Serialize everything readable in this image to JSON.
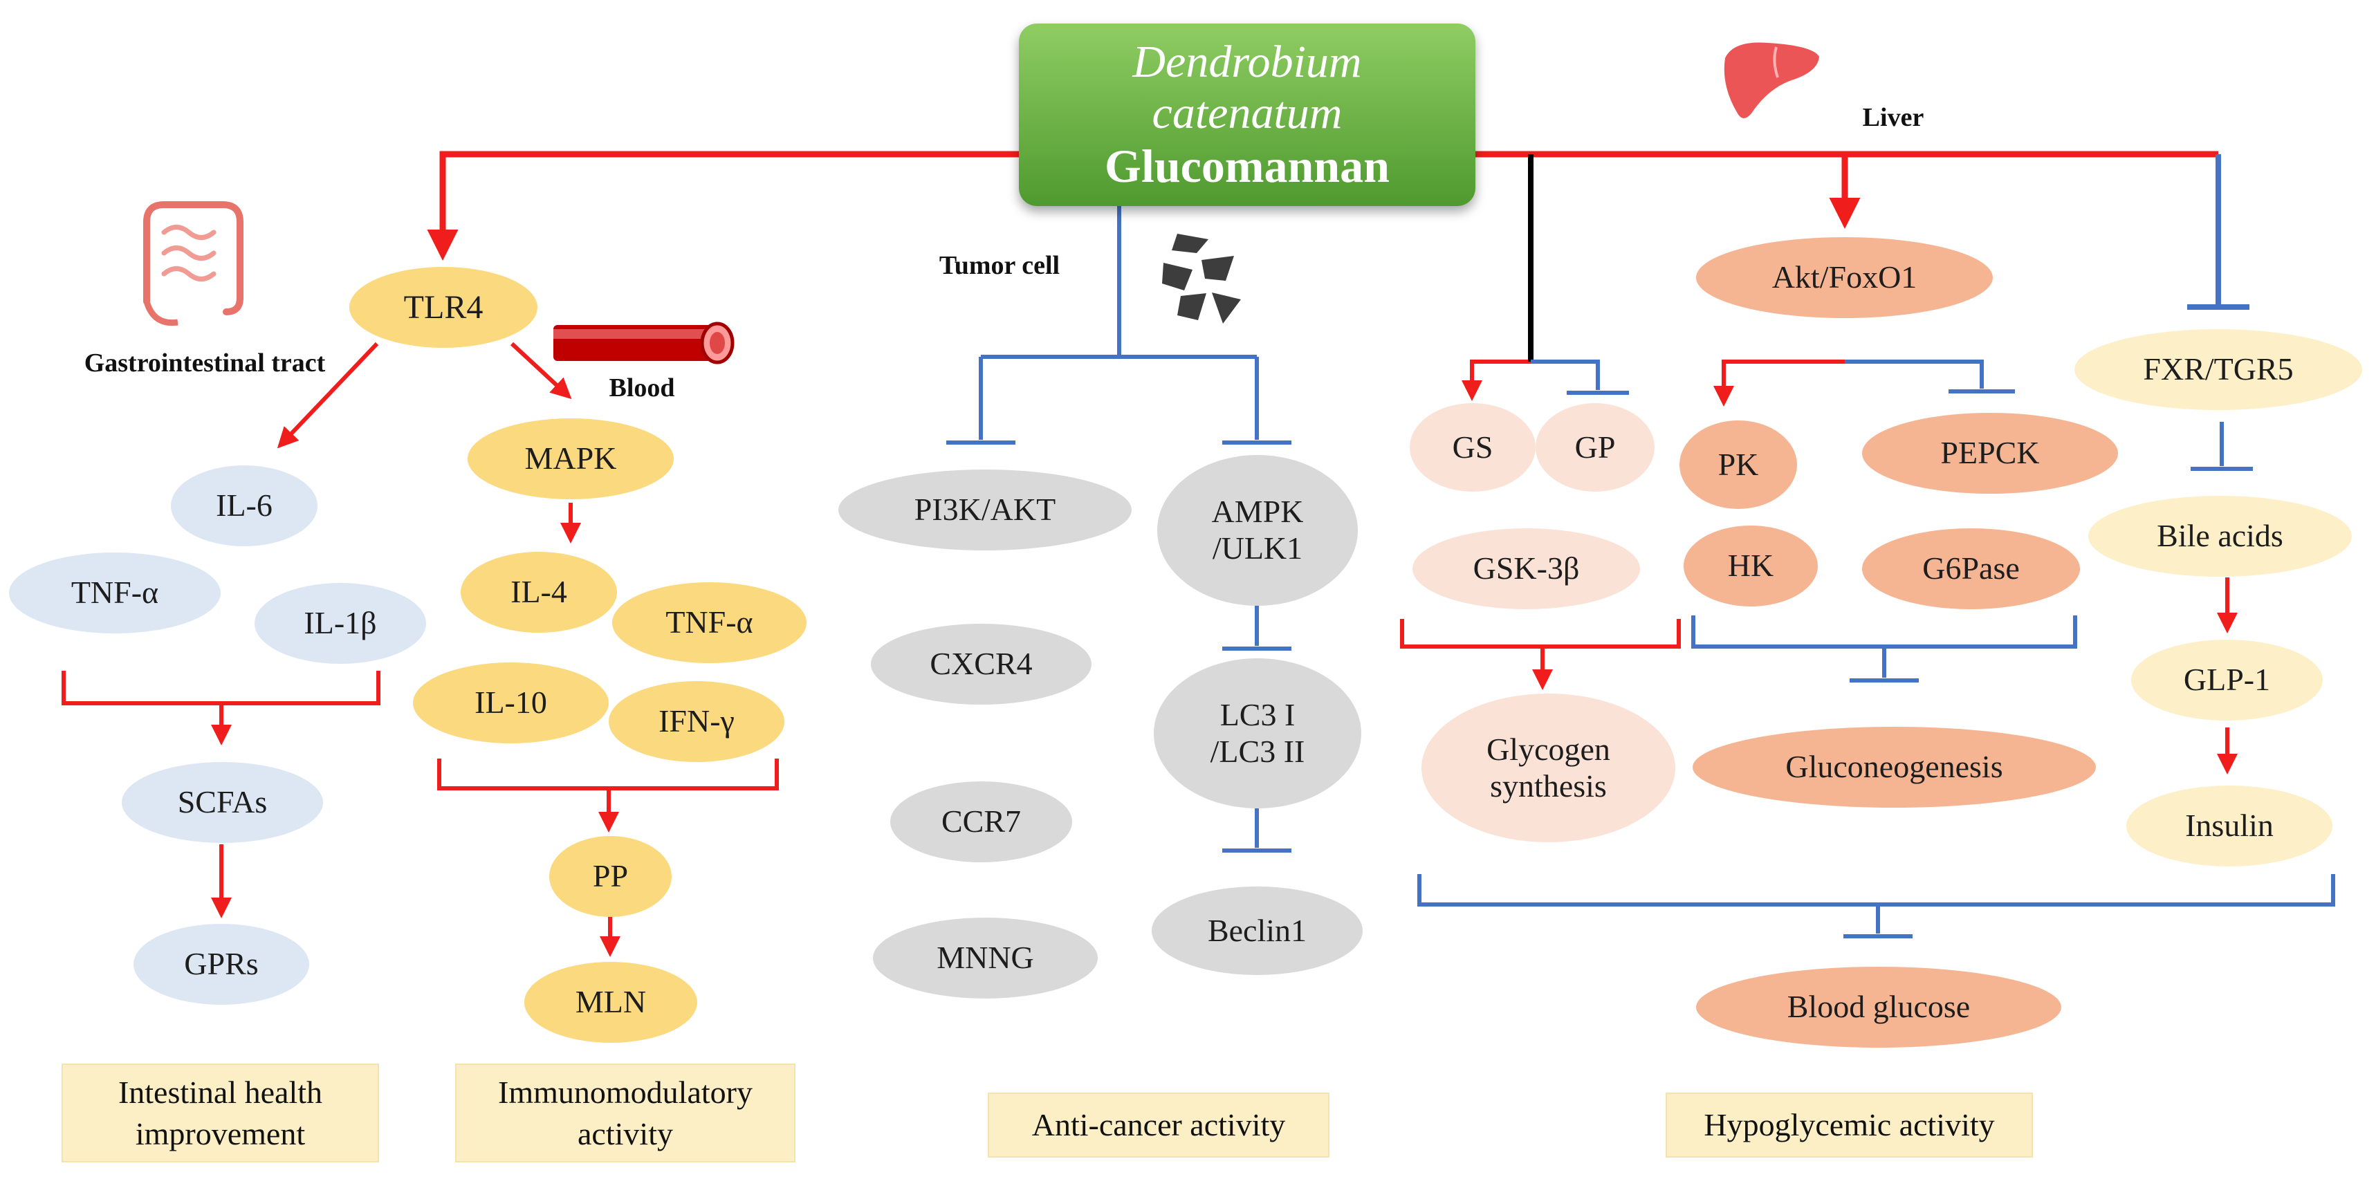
{
  "center": {
    "line1": "Dendrobium",
    "line2": "catenatum",
    "line3": "Glucomannan"
  },
  "organs": {
    "gut_label": "Gastrointestinal tract",
    "blood_label": "Blood",
    "tumor_label": "Tumor cell",
    "liver_label": "Liver"
  },
  "intestinal": {
    "il6": "IL-6",
    "tnfa": "TNF-α",
    "il1b": "IL-1β",
    "scfas": "SCFAs",
    "gprs": "GPRs"
  },
  "immune": {
    "tlr4": "TLR4",
    "mapk": "MAPK",
    "il4": "IL-4",
    "tnfa": "TNF-α",
    "il10": "IL-10",
    "ifng": "IFN-γ",
    "pp": "PP",
    "mln": "MLN"
  },
  "cancer": {
    "pi3k": "PI3K/AKT",
    "cxcr4": "CXCR4",
    "ccr7": "CCR7",
    "mnng": "MNNG",
    "ampk_1": "AMPK",
    "ampk_2": "/ULK1",
    "lc3_1": "LC3 I",
    "lc3_2": "/LC3 II",
    "beclin": "Beclin1"
  },
  "glycemic": {
    "gs": "GS",
    "gp": "GP",
    "gsk": "GSK-3β",
    "glycogen_1": "Glycogen",
    "glycogen_2": "synthesis",
    "akt": "Akt/FoxO1",
    "pk": "PK",
    "pepck": "PEPCK",
    "hk": "HK",
    "g6pase": "G6Pase",
    "gluconeo": "Gluconeogenesis",
    "fxr": "FXR/TGR5",
    "bile": "Bile acids",
    "glp1": "GLP-1",
    "insulin": "Insulin",
    "blood_glucose": "Blood glucose"
  },
  "activities": {
    "intestinal_1": "Intestinal health",
    "intestinal_2": "improvement",
    "immuno_1": "Immunomodulatory",
    "immuno_2": "activity",
    "anticancer": "Anti-cancer activity",
    "hypoglycemic": "Hypoglycemic activity"
  },
  "colors": {
    "activation": "#f01d1d",
    "inhibition": "#4472c4",
    "neutral": "#000000",
    "box_top": "#8fcd63",
    "box_bottom": "#4f9a2f",
    "blue_node": "#dde7f3",
    "yellow_node": "#fbd97f",
    "grey_node": "#d9d9d9",
    "peach_node": "#fbe2d6",
    "salmon_node": "#f5b593",
    "cream_node": "#fdf0c8",
    "activity_box": "#fcefc6"
  },
  "icons": [
    "intestine-icon",
    "blood-vessel-icon",
    "tumor-cells-icon",
    "liver-icon"
  ]
}
